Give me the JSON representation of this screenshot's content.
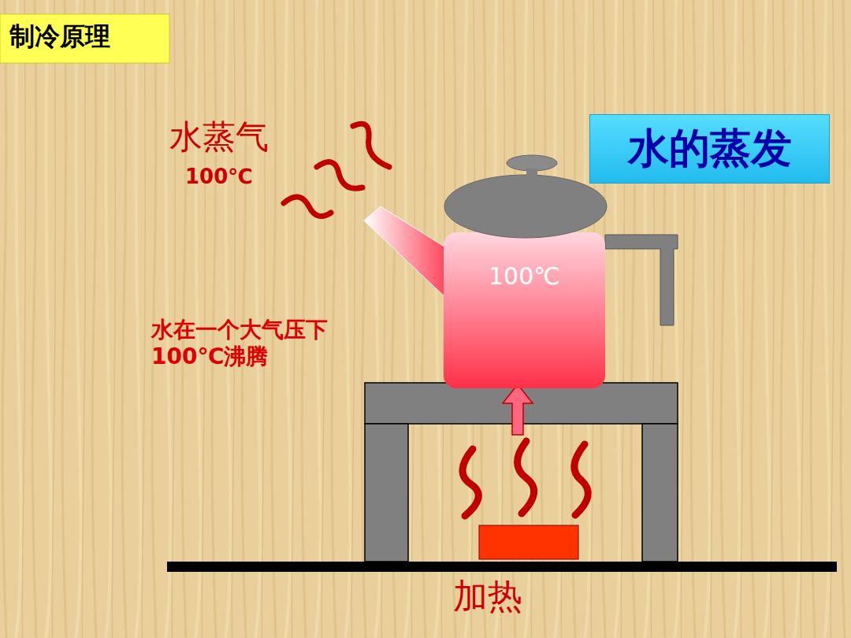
{
  "diagram": {
    "title": "制冷原理",
    "nodes": [
      {
        "text": [
          "水的蒸发"
        ]
      }
    ],
    "labels": [
      "水蒸气",
      "100℃",
      "100℃",
      "水在一个大气压下 100℃沸腾",
      "加热"
    ]
  }
}
